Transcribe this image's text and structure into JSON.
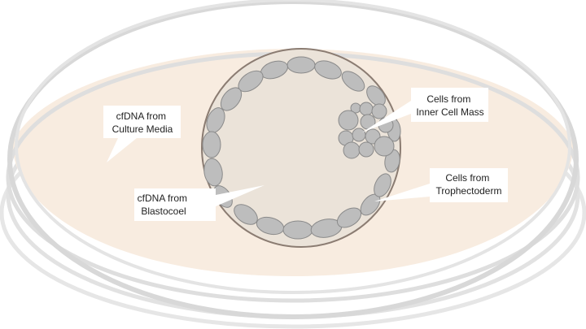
{
  "labels": {
    "culture_media": [
      "cfDNA from",
      "Culture Media"
    ],
    "blastocoel": [
      "cfDNA from",
      "Blastocoel"
    ],
    "inner_cell_mass": [
      "Cells from",
      "Inner Cell Mass"
    ],
    "trophectoderm": [
      "Cells from",
      "Trophectoderm"
    ]
  },
  "colors": {
    "dish_rim": "#dcdcdc",
    "dish_fill": "#f8ece0",
    "embryo_fill": "#ebe3d9",
    "zona_stroke": "#8b7c72",
    "cell_fill": "#bdbdbd",
    "cell_stroke": "#8a8a8a",
    "callout_fill": "#ffffff"
  }
}
